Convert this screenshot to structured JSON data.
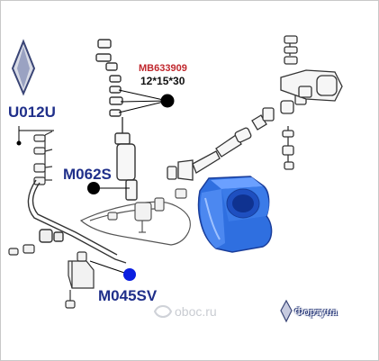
{
  "labels": {
    "u012u": "U012U",
    "m062s": "M062S",
    "m045sv": "M045SV",
    "oem_number": "MB633909",
    "size": "12*15*30"
  },
  "watermark": "oboc.ru",
  "brand": "Фортуна",
  "colors": {
    "part_code": "#1f2f8a",
    "oem_number": "#c0272d",
    "callout_black": "#000000",
    "callout_blue": "#0a1ee0",
    "bushing_blue": "#2f6fe0"
  },
  "icons": [
    "logo-diamond-icon",
    "brand-diamond-icon",
    "oboc-logo-icon"
  ]
}
